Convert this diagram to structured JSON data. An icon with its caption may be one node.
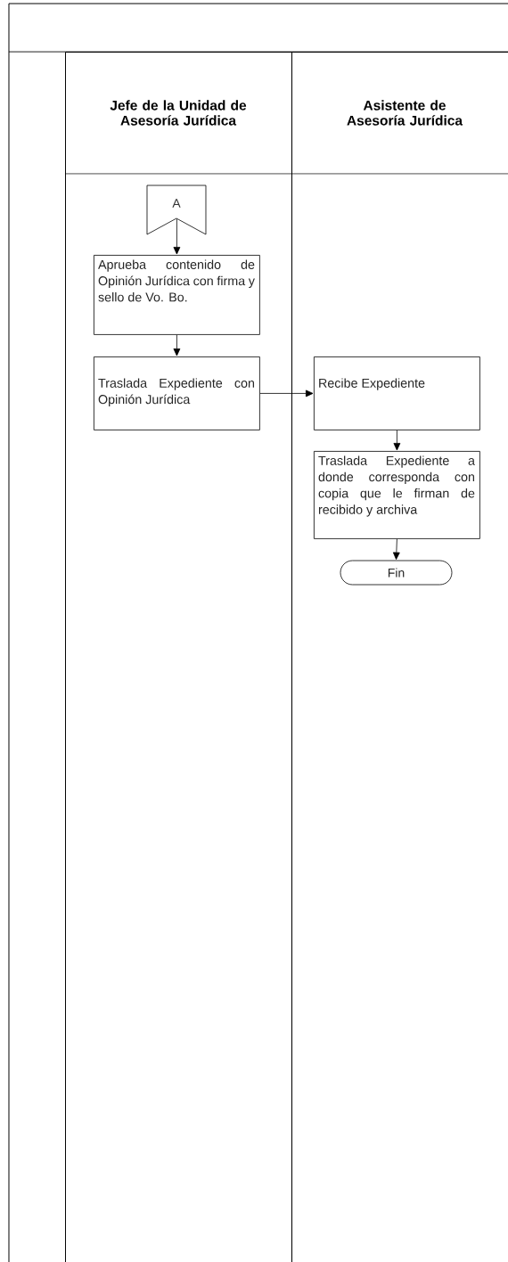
{
  "diagram": {
    "nodes": [
      {
        "text": [
          "Jefe de la Unidad de Asesoría Jurídica"
        ]
      },
      {
        "text": [
          "Asistente de Asesoría Jurídica"
        ]
      },
      {
        "text": [
          "A"
        ],
        "in": 0
      },
      {
        "text": [
          "Aprueba contenido de Opinión Jurídica con firma y sello de Vo. Bo."
        ],
        "in": 0
      },
      {
        "text": [
          "Traslada Expediente con Opinión Jurídica"
        ],
        "in": 0
      },
      {
        "text": [
          "Recibe Expediente"
        ],
        "in": 1
      },
      {
        "text": [
          "Traslada Expediente a donde corresponda con copia que le firman de recibido y archiva"
        ],
        "in": 1
      },
      {
        "text": [
          "Fin"
        ],
        "in": 1
      }
    ],
    "edges": [
      {
        "from": 2,
        "to": 3,
        "arrow": "to"
      },
      {
        "from": 3,
        "to": 4,
        "arrow": "to"
      },
      {
        "from": 4,
        "to": 5,
        "arrow": "to"
      },
      {
        "from": 5,
        "to": 6,
        "arrow": "to"
      },
      {
        "from": 6,
        "to": 7,
        "arrow": "to"
      }
    ]
  }
}
